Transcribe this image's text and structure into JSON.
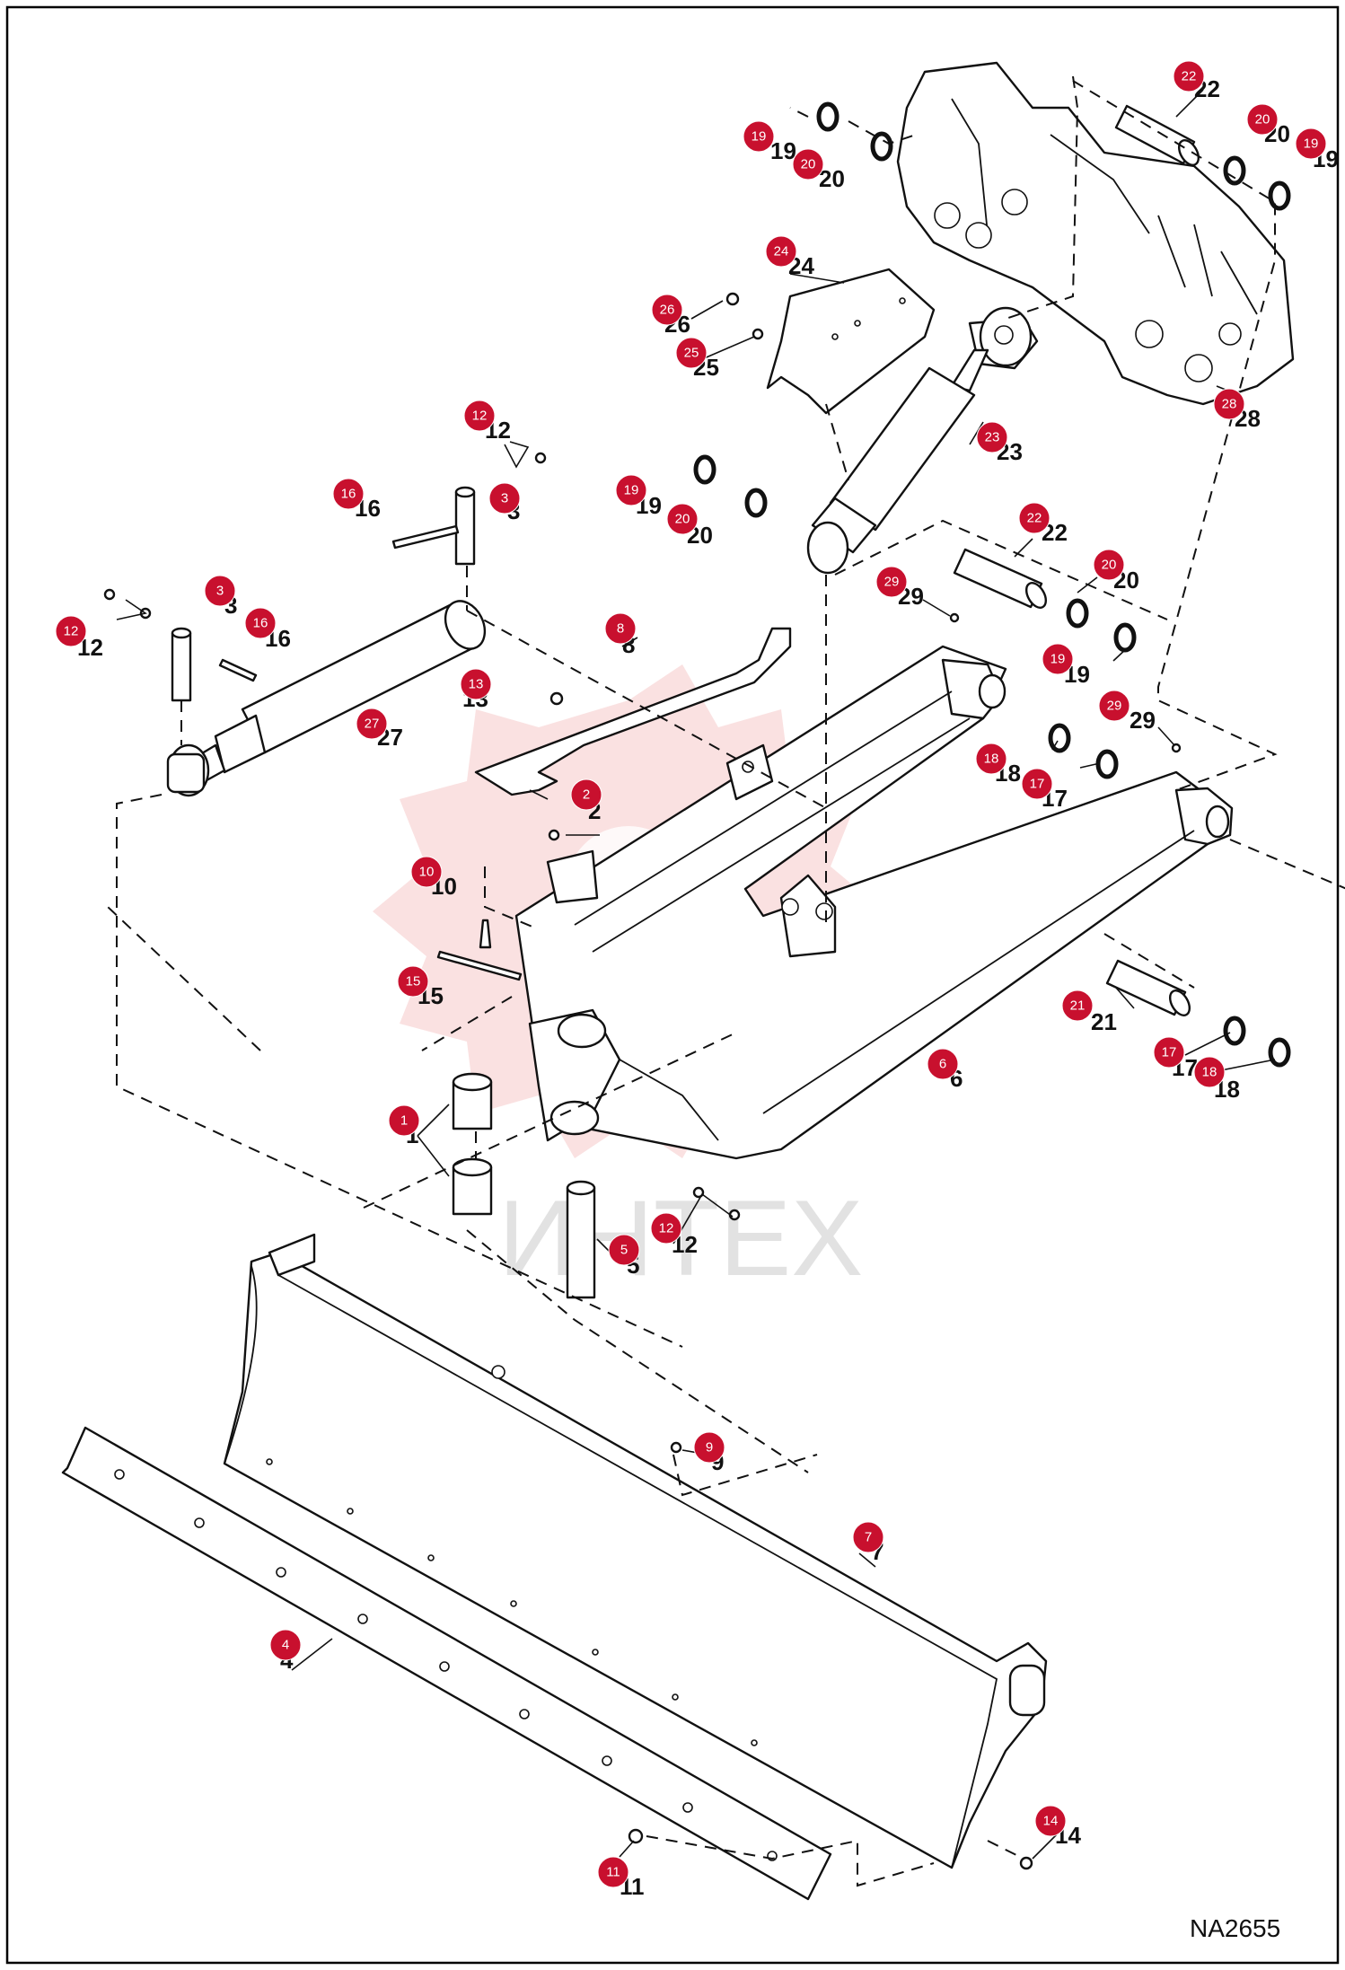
{
  "watermark": "ИНТЕХ",
  "drawing_code": "NA2655",
  "callouts": [
    {
      "id": "c22a",
      "num": "22"
    },
    {
      "id": "c20a",
      "num": "20"
    },
    {
      "id": "c19a",
      "num": "19"
    },
    {
      "id": "c19b",
      "num": "19"
    },
    {
      "id": "c20b",
      "num": "20"
    },
    {
      "id": "c24",
      "num": "24"
    },
    {
      "id": "c26",
      "num": "26"
    },
    {
      "id": "c25",
      "num": "25"
    },
    {
      "id": "c23",
      "num": "23"
    },
    {
      "id": "c28",
      "num": "28"
    },
    {
      "id": "c12a",
      "num": "12"
    },
    {
      "id": "c3a",
      "num": "3"
    },
    {
      "id": "c16a",
      "num": "16"
    },
    {
      "id": "c19c",
      "num": "19"
    },
    {
      "id": "c20c",
      "num": "20"
    },
    {
      "id": "c22b",
      "num": "22"
    },
    {
      "id": "c29a",
      "num": "29"
    },
    {
      "id": "c20d",
      "num": "20"
    },
    {
      "id": "c19d",
      "num": "19"
    },
    {
      "id": "c3b",
      "num": "3"
    },
    {
      "id": "c12b",
      "num": "12"
    },
    {
      "id": "c16b",
      "num": "16"
    },
    {
      "id": "c8",
      "num": "8"
    },
    {
      "id": "c13",
      "num": "13"
    },
    {
      "id": "c27",
      "num": "27"
    },
    {
      "id": "c29b",
      "num": "29"
    },
    {
      "id": "c18a",
      "num": "18"
    },
    {
      "id": "c17a",
      "num": "17"
    },
    {
      "id": "c2",
      "num": "2"
    },
    {
      "id": "c10",
      "num": "10"
    },
    {
      "id": "c15",
      "num": "15"
    },
    {
      "id": "c21",
      "num": "21"
    },
    {
      "id": "c6",
      "num": "6"
    },
    {
      "id": "c17b",
      "num": "17"
    },
    {
      "id": "c18b",
      "num": "18"
    },
    {
      "id": "c1",
      "num": "1"
    },
    {
      "id": "c12c",
      "num": "12"
    },
    {
      "id": "c5",
      "num": "5"
    },
    {
      "id": "c9",
      "num": "9"
    },
    {
      "id": "c7",
      "num": "7"
    },
    {
      "id": "c4",
      "num": "4"
    },
    {
      "id": "c14",
      "num": "14"
    },
    {
      "id": "c11",
      "num": "11"
    }
  ]
}
